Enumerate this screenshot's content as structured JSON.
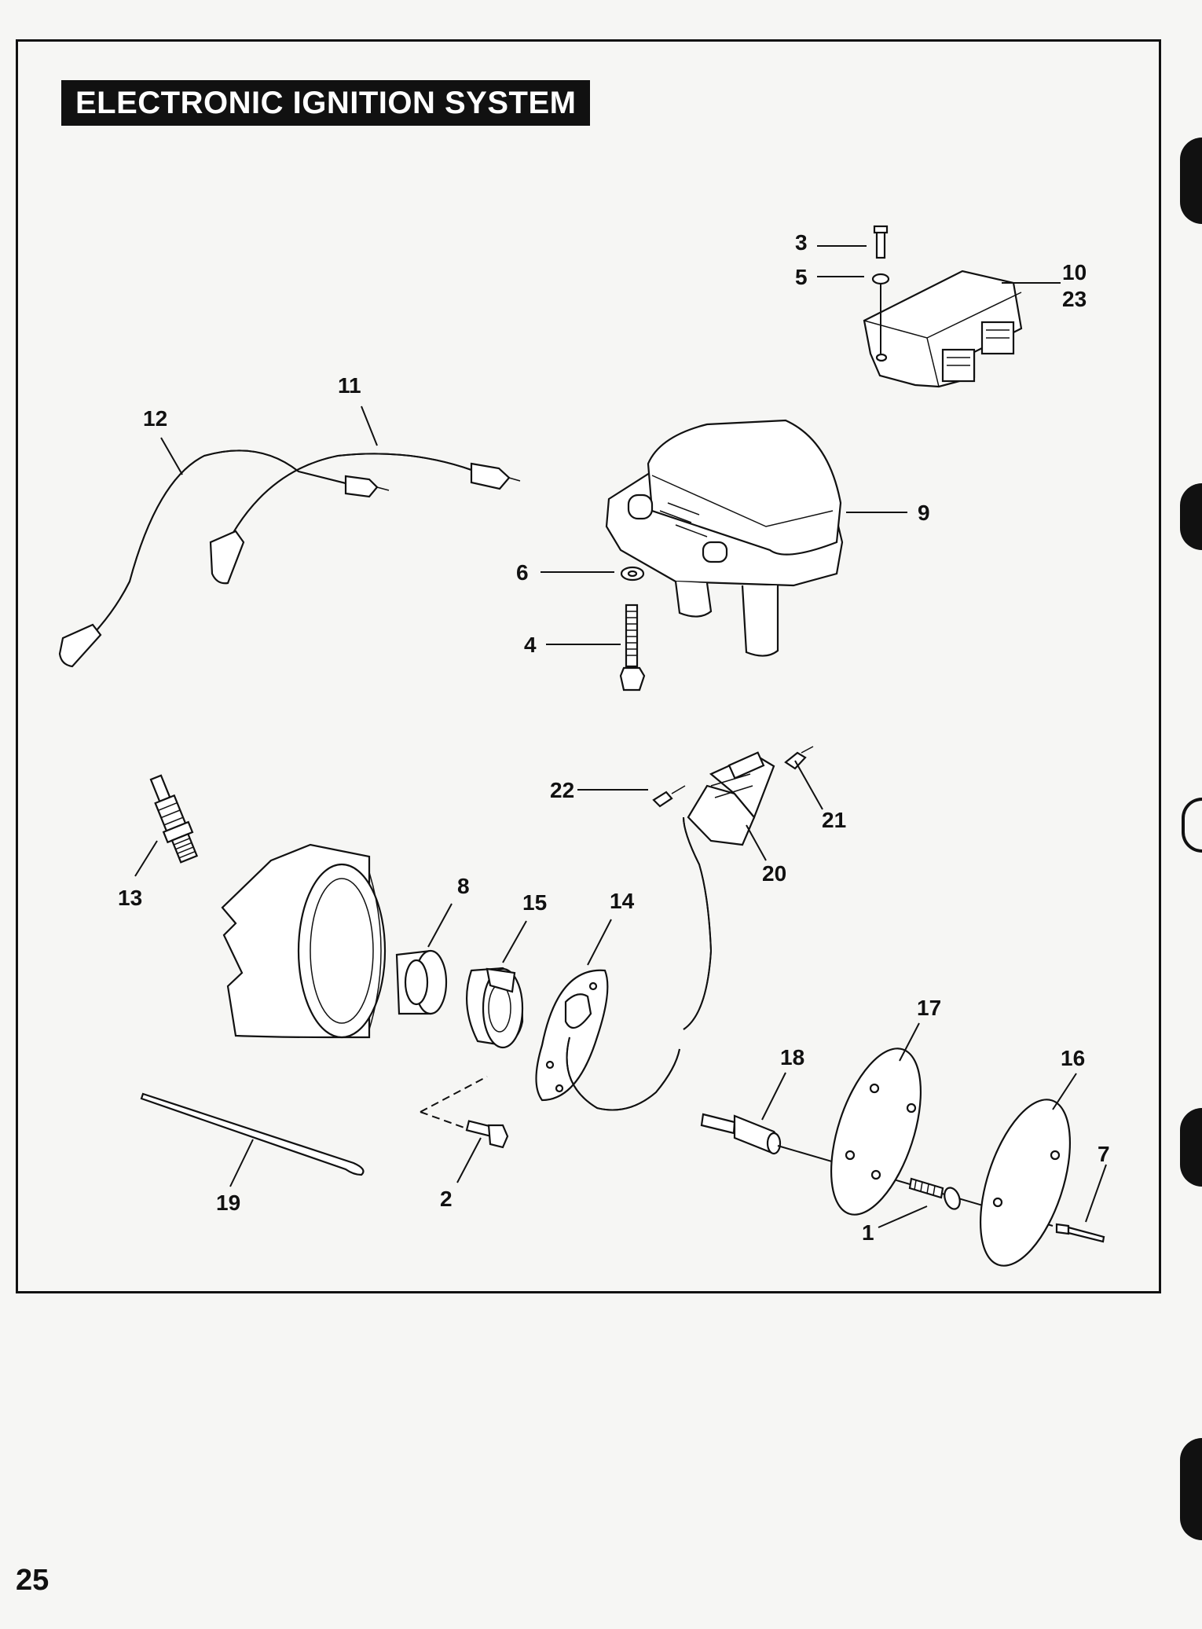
{
  "page": {
    "section_title": "ELECTRONIC IGNITION SYSTEM",
    "page_number": "25"
  },
  "callouts": {
    "c1": "1",
    "c2": "2",
    "c3": "3",
    "c4": "4",
    "c5": "5",
    "c6": "6",
    "c7": "7",
    "c8": "8",
    "c9": "9",
    "c10": "10",
    "c11": "11",
    "c12": "12",
    "c13": "13",
    "c14": "14",
    "c15": "15",
    "c16": "16",
    "c17": "17",
    "c18": "18",
    "c19": "19",
    "c20": "20",
    "c21": "21",
    "c22": "22",
    "c23": "23"
  }
}
